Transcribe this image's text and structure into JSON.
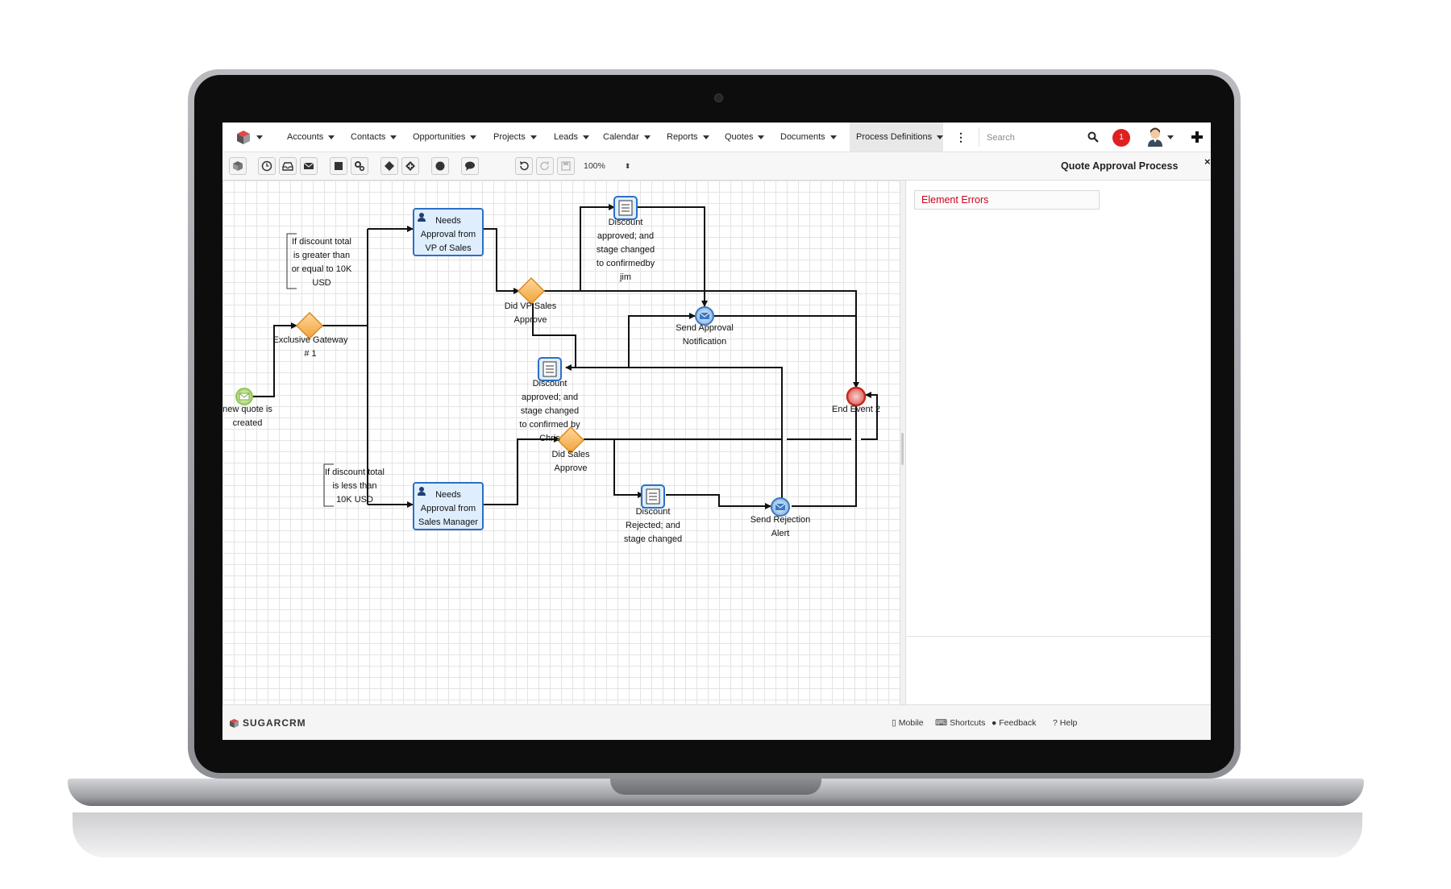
{
  "colors": {
    "accent": "#2c6fc6",
    "notification": "#e02020",
    "error_text": "#d0021b",
    "gateway": "#f0a33a",
    "start_event": "#8fc65a",
    "end_event": "#d9342b"
  },
  "topnav": {
    "logo_icon": "sugar-cube-icon",
    "items": [
      {
        "label": "Accounts"
      },
      {
        "label": "Contacts"
      },
      {
        "label": "Opportunities"
      },
      {
        "label": "Projects"
      },
      {
        "label": "Leads"
      },
      {
        "label": "Calendar"
      },
      {
        "label": "Reports"
      },
      {
        "label": "Quotes"
      },
      {
        "label": "Documents"
      },
      {
        "label": "Process Definitions",
        "active": true
      }
    ],
    "search_placeholder": "Search",
    "notification_count": "1"
  },
  "toolbar": {
    "zoom": "100%",
    "icons": [
      "cube-icon",
      "clock-icon",
      "inbox-icon",
      "envelope-icon",
      "square-icon",
      "gears-icon",
      "diamond-icon",
      "diamond-plus-icon",
      "circle-icon",
      "comment-icon",
      "undo-icon",
      "redo-icon",
      "save-icon"
    ]
  },
  "panel": {
    "title": "Quote Approval Process",
    "errors_label": "Element Errors"
  },
  "diagram": {
    "start_label": "new quote is created",
    "gateway1_label": "Exclusive Gateway # 1",
    "note1": "If discount total is greater than or equal to 10K USD",
    "note2": "If discount total is less than 10K USD",
    "task_vp": "Needs Approval from VP of Sales",
    "task_sm": "Needs Approval from Sales Manager",
    "gateway_vp": "Did VP Sales Approve",
    "gateway_sales": "Did Sales Approve",
    "action_jim": "Discount approved; and stage changed to confirmedby jim",
    "action_chris": "Discount approved; and stage changed to confirmed by Chris",
    "action_rejected": "Discount Rejected; and stage changed",
    "send_approval": "Send Approval Notification",
    "send_rejection": "Send Rejection Alert",
    "end_label": "End Event 2"
  },
  "footer": {
    "brand": "SUGARCRM",
    "links": [
      {
        "label": "Mobile",
        "icon": "mobile-icon"
      },
      {
        "label": "Shortcuts",
        "icon": "keyboard-icon"
      },
      {
        "label": "Feedback",
        "icon": "comment-icon"
      },
      {
        "label": "Help",
        "icon": "question-icon"
      }
    ]
  }
}
